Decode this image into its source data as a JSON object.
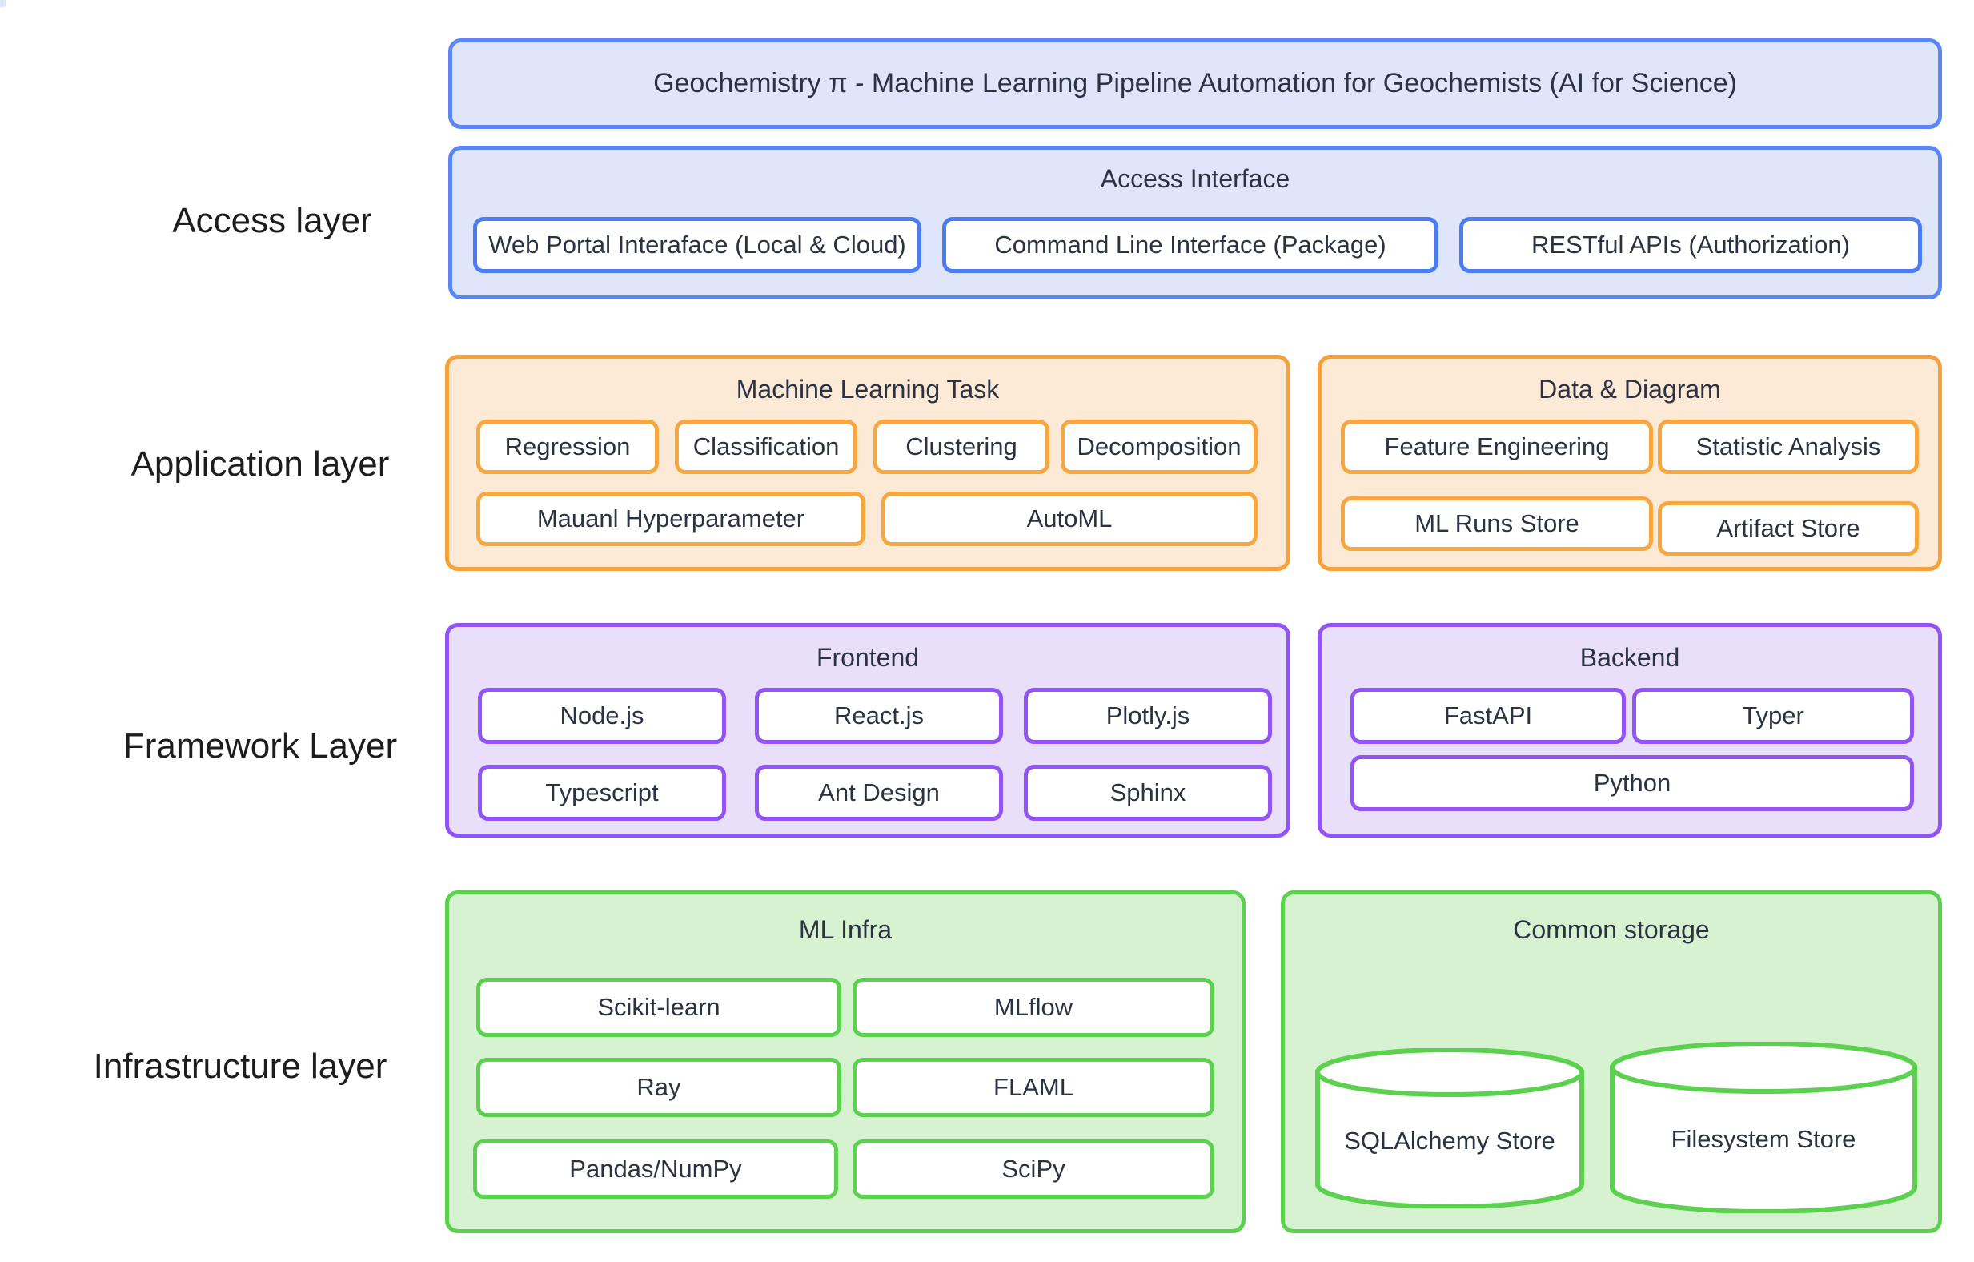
{
  "banner": {
    "title": "Geochemistry π - Machine Learning Pipeline Automation for Geochemists (AI for Science)"
  },
  "layers": [
    {
      "name": "Access layer"
    },
    {
      "name": "Application layer"
    },
    {
      "name": "Framework Layer"
    },
    {
      "name": "Infrastructure layer"
    }
  ],
  "access": {
    "group_title": "Access Interface",
    "items": [
      "Web Portal Interaface (Local & Cloud)",
      "Command Line Interface (Package)",
      "RESTful APIs (Authorization)"
    ]
  },
  "application": {
    "ml_task": {
      "group_title": "Machine Learning Task",
      "row1": [
        "Regression",
        "Classification",
        "Clustering",
        "Decomposition"
      ],
      "row2": [
        "Mauanl Hyperparameter",
        "AutoML"
      ]
    },
    "data_diagram": {
      "group_title": "Data & Diagram",
      "row1": [
        "Feature Engineering",
        "Statistic Analysis"
      ],
      "row2": [
        "ML Runs Store",
        "Artifact Store"
      ]
    }
  },
  "framework": {
    "frontend": {
      "group_title": "Frontend",
      "row1": [
        "Node.js",
        "React.js",
        "Plotly.js"
      ],
      "row2": [
        "Typescript",
        "Ant Design",
        "Sphinx"
      ]
    },
    "backend": {
      "group_title": "Backend",
      "row1": [
        "FastAPI",
        "Typer"
      ],
      "row2": [
        "Python"
      ]
    }
  },
  "infrastructure": {
    "ml_infra": {
      "group_title": "ML Infra",
      "row1": [
        "Scikit-learn",
        "MLflow"
      ],
      "row2": [
        "Ray",
        "FLAML"
      ],
      "row3": [
        "Pandas/NumPy",
        "SciPy"
      ]
    },
    "common_storage": {
      "group_title": "Common storage",
      "stores": [
        "SQLAlchemy Store",
        "Filesystem Store"
      ]
    }
  },
  "colors": {
    "access_border": "#5b86f5",
    "access_fill": "#dfe6fb",
    "application_border": "#f5a23c",
    "application_fill": "#fce9d6",
    "framework_border": "#9254f5",
    "framework_fill": "#e9dffb",
    "infrastructure_border": "#5bd14f",
    "infrastructure_fill": "#d6f2d0",
    "text": "#2b3241",
    "background": "#ffffff"
  }
}
